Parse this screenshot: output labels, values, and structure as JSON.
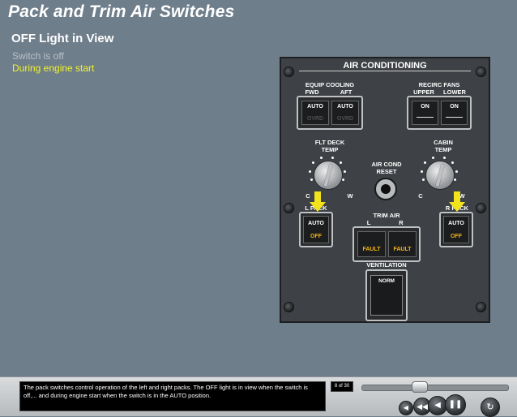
{
  "header": {
    "title": "Pack and Trim Air Switches"
  },
  "content": {
    "subtitle": "OFF Light in View",
    "line1": "Switch is off",
    "line2": "During engine start"
  },
  "panel": {
    "title": "AIR CONDITIONING",
    "equip_cooling": {
      "label1": "EQUIP COOLING",
      "fwd": "FWD",
      "aft": "AFT",
      "auto": "AUTO",
      "ovrd": "OVRD"
    },
    "recirc_fans": {
      "label": "RECIRC FANS",
      "upper": "UPPER",
      "lower": "LOWER",
      "on": "ON"
    },
    "flt_deck_temp": {
      "label1": "FLT DECK",
      "label2": "TEMP",
      "c": "C",
      "w": "W"
    },
    "air_cond_reset": {
      "label1": "AIR COND",
      "label2": "RESET"
    },
    "cabin_temp": {
      "label1": "CABIN",
      "label2": "TEMP",
      "c": "C",
      "w": "W"
    },
    "l_pack": {
      "label": "L PACK",
      "auto": "AUTO",
      "off": "OFF"
    },
    "r_pack": {
      "label": "R PACK",
      "auto": "AUTO",
      "off": "OFF"
    },
    "trim_air": {
      "label": "TRIM  AIR",
      "l": "L",
      "r": "R",
      "fault": "FAULT"
    },
    "ventilation": {
      "label": "VENTILATION",
      "norm": "NORM"
    }
  },
  "footer": {
    "caption": "The pack switches control operation of the left and right packs. The OFF light is in view when the switch is off,... and during engine start when the switch is in the AUTO position.",
    "page": "8 of 30"
  },
  "colors": {
    "highlight_yellow": "#f2e31d",
    "amber": "#f1b418",
    "panel": "#3e4145",
    "background": "#6f7e8b"
  }
}
